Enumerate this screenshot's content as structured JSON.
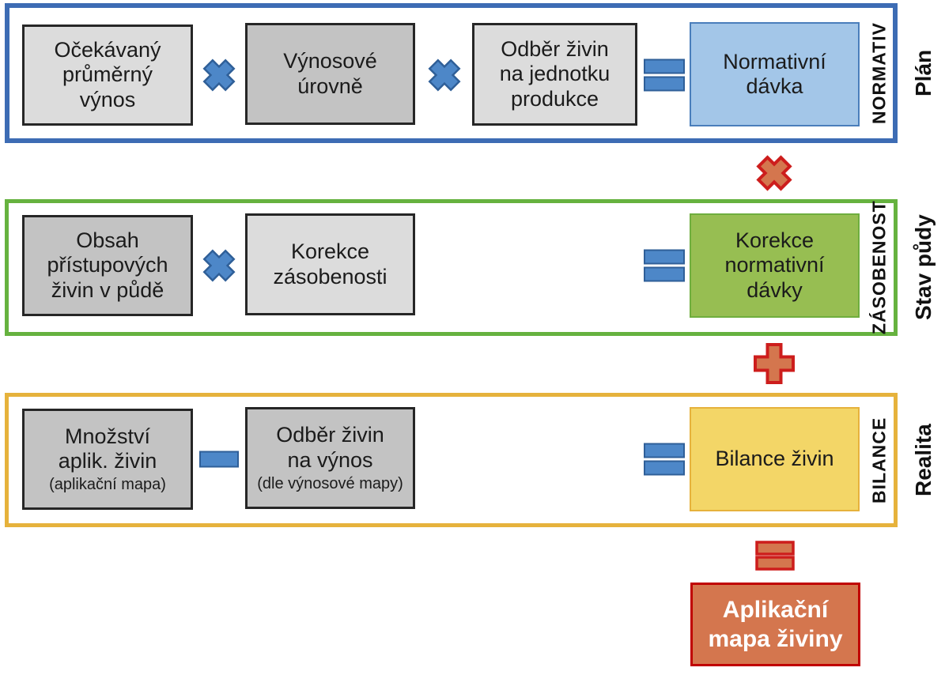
{
  "bands": [
    {
      "inner_label": "NORMATIV",
      "outer_label": "Plán",
      "border_color": "#3d6cb4",
      "boxes": [
        {
          "text": "Očekávaný\nprůměrný\nvýnos",
          "fill": "#dcdcdc"
        },
        {
          "text": "Výnosové\núrovně",
          "fill": "#c3c3c3"
        },
        {
          "text": "Odběr živin\nna jednotku\nprodukce",
          "fill": "#dcdcdc"
        },
        {
          "text": "Normativní\ndávka",
          "fill": "#a3c6e8",
          "border_color": "#4a7ebb"
        }
      ],
      "operators": [
        "×",
        "×",
        "="
      ]
    },
    {
      "inner_label": "ZÁSOBENOST",
      "outer_label": "Stav půdy",
      "border_color": "#66b23f",
      "boxes": [
        {
          "text": "Obsah\npřístupových\nživin v půdě",
          "fill": "#c3c3c3"
        },
        {
          "text": "Korekce\nzásobenosti",
          "fill": "#dcdcdc"
        },
        {
          "text": "Korekce\nnormativní\ndávky",
          "fill": "#97be52",
          "border_color": "#6fae3e"
        }
      ],
      "operators": [
        "×",
        "="
      ]
    },
    {
      "inner_label": "BILANCE",
      "outer_label": "Realita",
      "border_color": "#e6b23c",
      "boxes": [
        {
          "text": "Množství\naplik. živin",
          "subtext": "(aplikační mapa)",
          "fill": "#c3c3c3"
        },
        {
          "text": "Odběr živin\nna výnos",
          "subtext": "(dle výnosové mapy)",
          "fill": "#c3c3c3"
        },
        {
          "text": "Bilance živin",
          "fill": "#f3d667",
          "border_color": "#e6b23c"
        }
      ],
      "operators": [
        "−",
        "="
      ]
    }
  ],
  "inter_band_operators": [
    "×",
    "+",
    "="
  ],
  "result_box": {
    "text": "Aplikační\nmapa živiny",
    "fill": "#d4764e",
    "border_color": "#c00000",
    "text_color": "#ffffff"
  },
  "colors": {
    "operator_blue_fill": "#4d87c8",
    "operator_blue_stroke": "#2f5f98",
    "operator_red_fill": "#d4764e",
    "operator_red_stroke": "#cd1d1c",
    "box_border_dark": "#262626",
    "text": "#1b1b1b"
  }
}
